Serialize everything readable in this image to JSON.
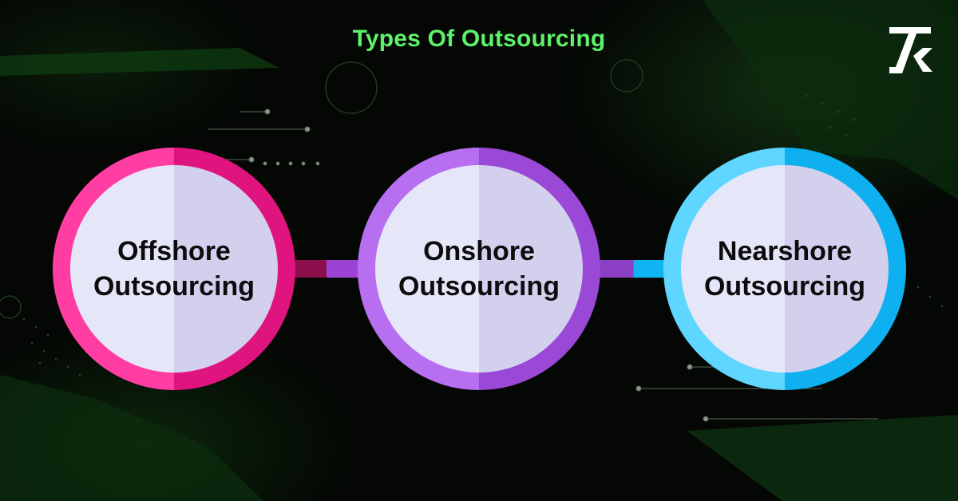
{
  "title": "Types Of Outsourcing",
  "logo": {
    "icon": "brand-logo-icon",
    "color": "#ffffff"
  },
  "nodes": [
    {
      "line1": "Offshore",
      "line2": "Outsourcing",
      "ring_light": "#ff3da3",
      "ring_dark": "#e0147f"
    },
    {
      "line1": "Onshore",
      "line2": "Outsourcing",
      "ring_light": "#b86ef0",
      "ring_dark": "#9a48d6"
    },
    {
      "line1": "Nearshore",
      "line2": "Outsourcing",
      "ring_light": "#5fd6ff",
      "ring_dark": "#0eb0f0"
    }
  ],
  "colors": {
    "title": "#5df26a",
    "background": "#040704",
    "label_text": "#0c0c0c"
  }
}
